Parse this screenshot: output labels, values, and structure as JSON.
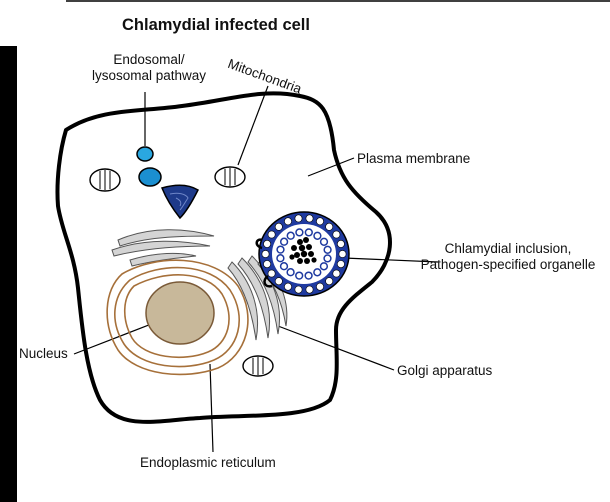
{
  "title": "Chlamydial infected cell",
  "labels": {
    "endosomal_line1": "Endosomal/",
    "endosomal_line2": "lysosomal pathway",
    "mitochondria": "Mitochondria",
    "plasma_membrane": "Plasma membrane",
    "inclusion_line1": "Chlamydial inclusion,",
    "inclusion_line2": "Pathogen-specified organelle",
    "nucleus": "Nucleus",
    "golgi": "Golgi apparatus",
    "er": "Endoplasmic reticulum"
  },
  "colors": {
    "endosome": "#2aa7e0",
    "endosome_dark": "#1b8fd0",
    "lysosome_navy": "#1e3a8a",
    "inclusion": "#1f3aa0",
    "nucleus_fill": "#c8b89a",
    "er": "#a6703a",
    "golgi": "#9a9a9a"
  }
}
